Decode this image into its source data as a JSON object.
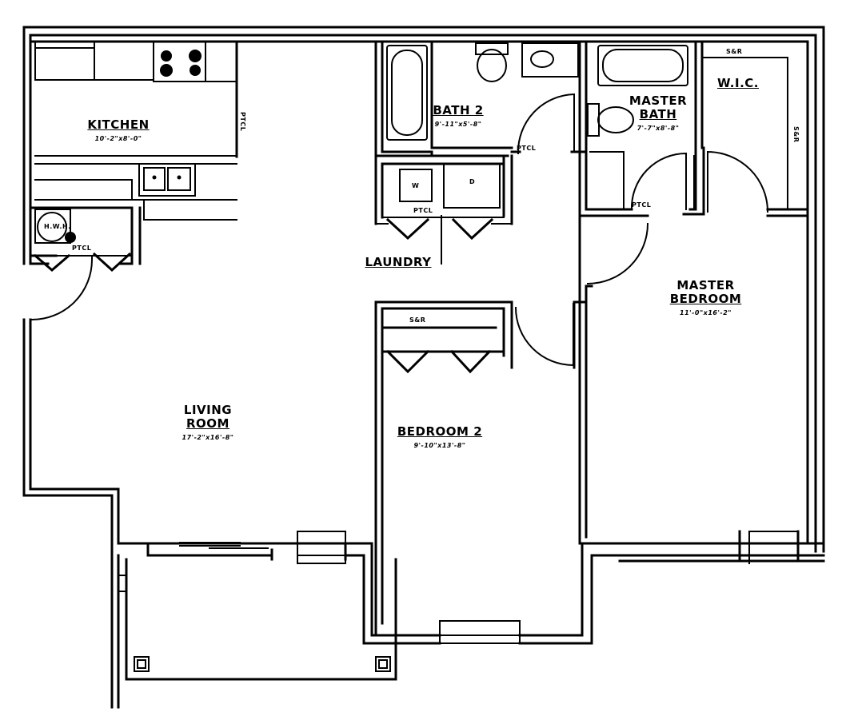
{
  "rooms": {
    "kitchen": {
      "name": "KITCHEN",
      "dims": "10'-2\"x8'-0\""
    },
    "living_line1": "LIVING",
    "living_line2": "ROOM",
    "living_dims": "17'-2\"x16'-8\"",
    "bath2": {
      "name": "BATH 2",
      "dims": "9'-11\"x5'-8\""
    },
    "master_bath_line1": "MASTER",
    "master_bath_line2": "BATH",
    "master_bath_dims": "7'-7\"x8'-8\"",
    "wic": "W.I.C.",
    "laundry": "LAUNDRY",
    "master_bed_line1": "MASTER",
    "master_bed_line2": "BEDROOM",
    "master_bed_dims": "11'-0\"x16'-2\"",
    "bedroom2": {
      "name": "BEDROOM 2",
      "dims": "9'-10\"x13'-8\""
    }
  },
  "notes": {
    "ptcl": "PTCL",
    "sr": "S&R",
    "washer": "W",
    "dryer": "D",
    "hw": "H.W.H."
  },
  "colors": {
    "line": "#000000",
    "background": "#ffffff"
  }
}
